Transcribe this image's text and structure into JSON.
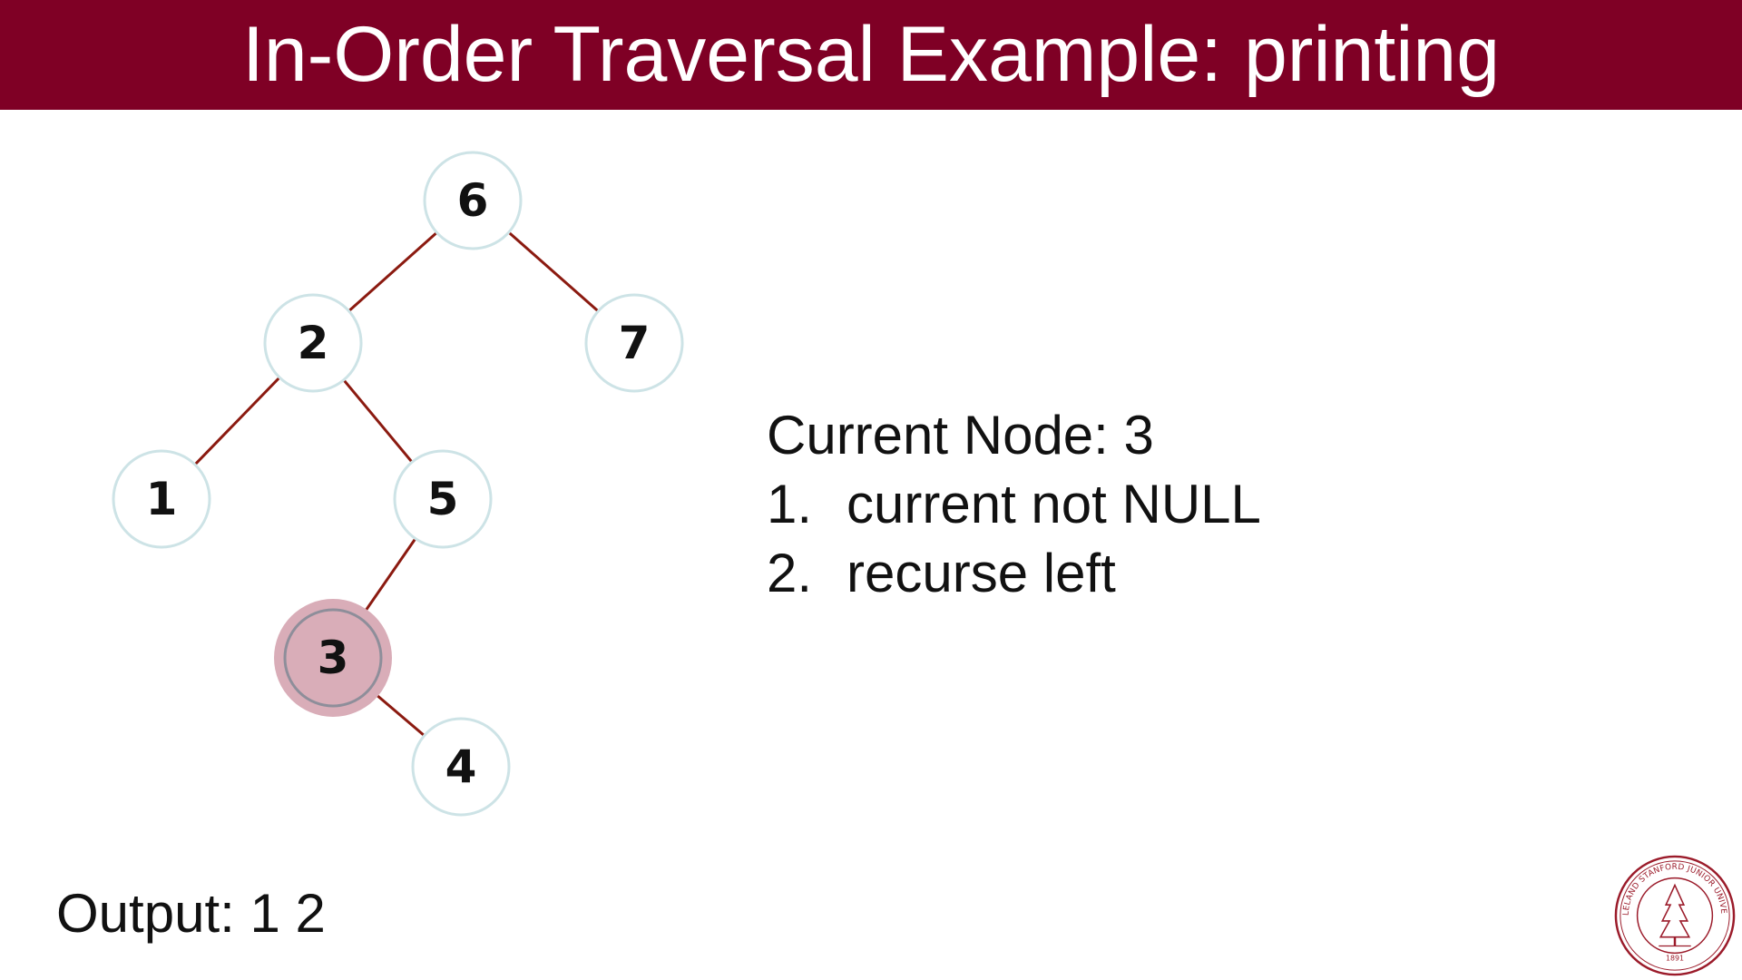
{
  "title": "In-Order Traversal Example: printing",
  "colors": {
    "title_bar": "#7f0025",
    "edge": "#8b1a10",
    "node_border": "#cde3e6",
    "highlight_fill": "#d9adb8",
    "highlight_ring": "#8e8e9a",
    "seal": "#9b1b2a"
  },
  "tree": {
    "current": "3",
    "nodes": [
      {
        "id": "6",
        "label": "6"
      },
      {
        "id": "2",
        "label": "2"
      },
      {
        "id": "7",
        "label": "7"
      },
      {
        "id": "1",
        "label": "1"
      },
      {
        "id": "5",
        "label": "5"
      },
      {
        "id": "3",
        "label": "3"
      },
      {
        "id": "4",
        "label": "4"
      }
    ],
    "edges": [
      [
        "6",
        "2"
      ],
      [
        "6",
        "7"
      ],
      [
        "2",
        "1"
      ],
      [
        "2",
        "5"
      ],
      [
        "5",
        "3"
      ],
      [
        "3",
        "4"
      ]
    ]
  },
  "info": {
    "current_label": "Current Node: 3",
    "steps": [
      {
        "num": "1.",
        "text": "current not NULL"
      },
      {
        "num": "2.",
        "text": "recurse left"
      }
    ]
  },
  "output": "Output: 1 2",
  "seal": {
    "icon": "stanford-seal-icon",
    "ring_text": "LELAND STANFORD JUNIOR UNIVERSITY",
    "year": "1891"
  }
}
